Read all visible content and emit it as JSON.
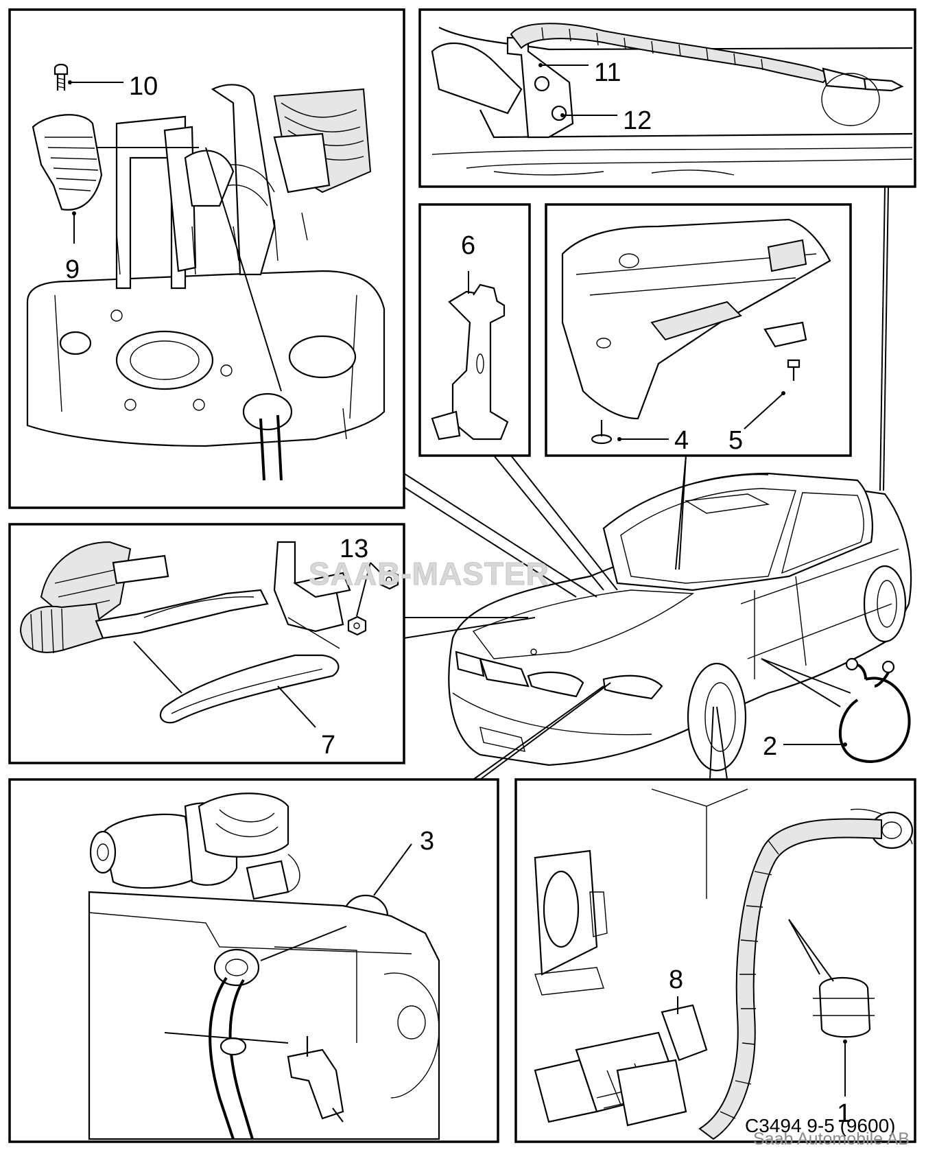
{
  "diagram": {
    "watermark": "SAAB-MASTER",
    "reference": "C3494 9-5 (9600)",
    "footer": "Saab Automobile AB",
    "callouts": {
      "c1": "1",
      "c2": "2",
      "c3": "3",
      "c4": "4",
      "c5": "5",
      "c6": "6",
      "c7": "7",
      "c8": "8",
      "c9": "9",
      "c10": "10",
      "c11": "11",
      "c12": "12",
      "c13": "13"
    }
  }
}
